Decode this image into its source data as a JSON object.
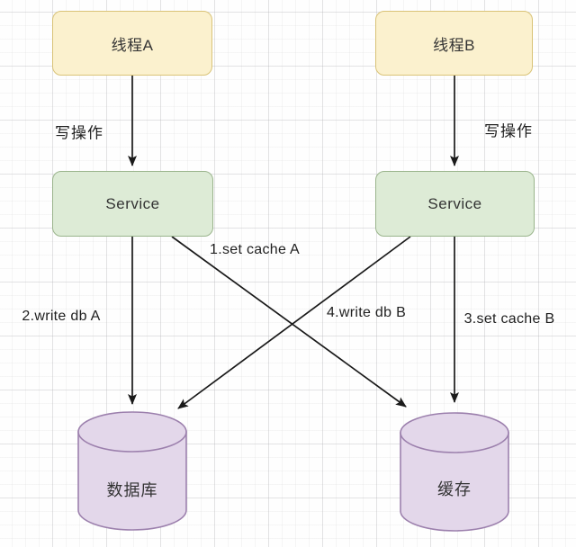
{
  "diagram": {
    "title_semantic": "double-write cache inconsistency diagram",
    "nodes": {
      "thread_a": {
        "label": "线程A"
      },
      "thread_b": {
        "label": "线程B"
      },
      "service_a": {
        "label": "Service"
      },
      "service_b": {
        "label": "Service"
      },
      "database": {
        "label": "数据库"
      },
      "cache": {
        "label": "缓存"
      }
    },
    "edge_labels": {
      "write_op_a": "写操作",
      "write_op_b": "写操作",
      "set_cache_a": "1.set cache A",
      "write_db_a": "2.write db A",
      "set_cache_b": "3.set cache B",
      "write_db_b": "4.write db B"
    },
    "colors": {
      "thread_fill": "#FBF1CE",
      "thread_stroke": "#D9C377",
      "service_fill": "#DDEBD6",
      "service_stroke": "#9AB48C",
      "store_fill": "#E3D7EA",
      "store_stroke": "#9C80AD",
      "arrow": "#1a1a1a"
    }
  }
}
